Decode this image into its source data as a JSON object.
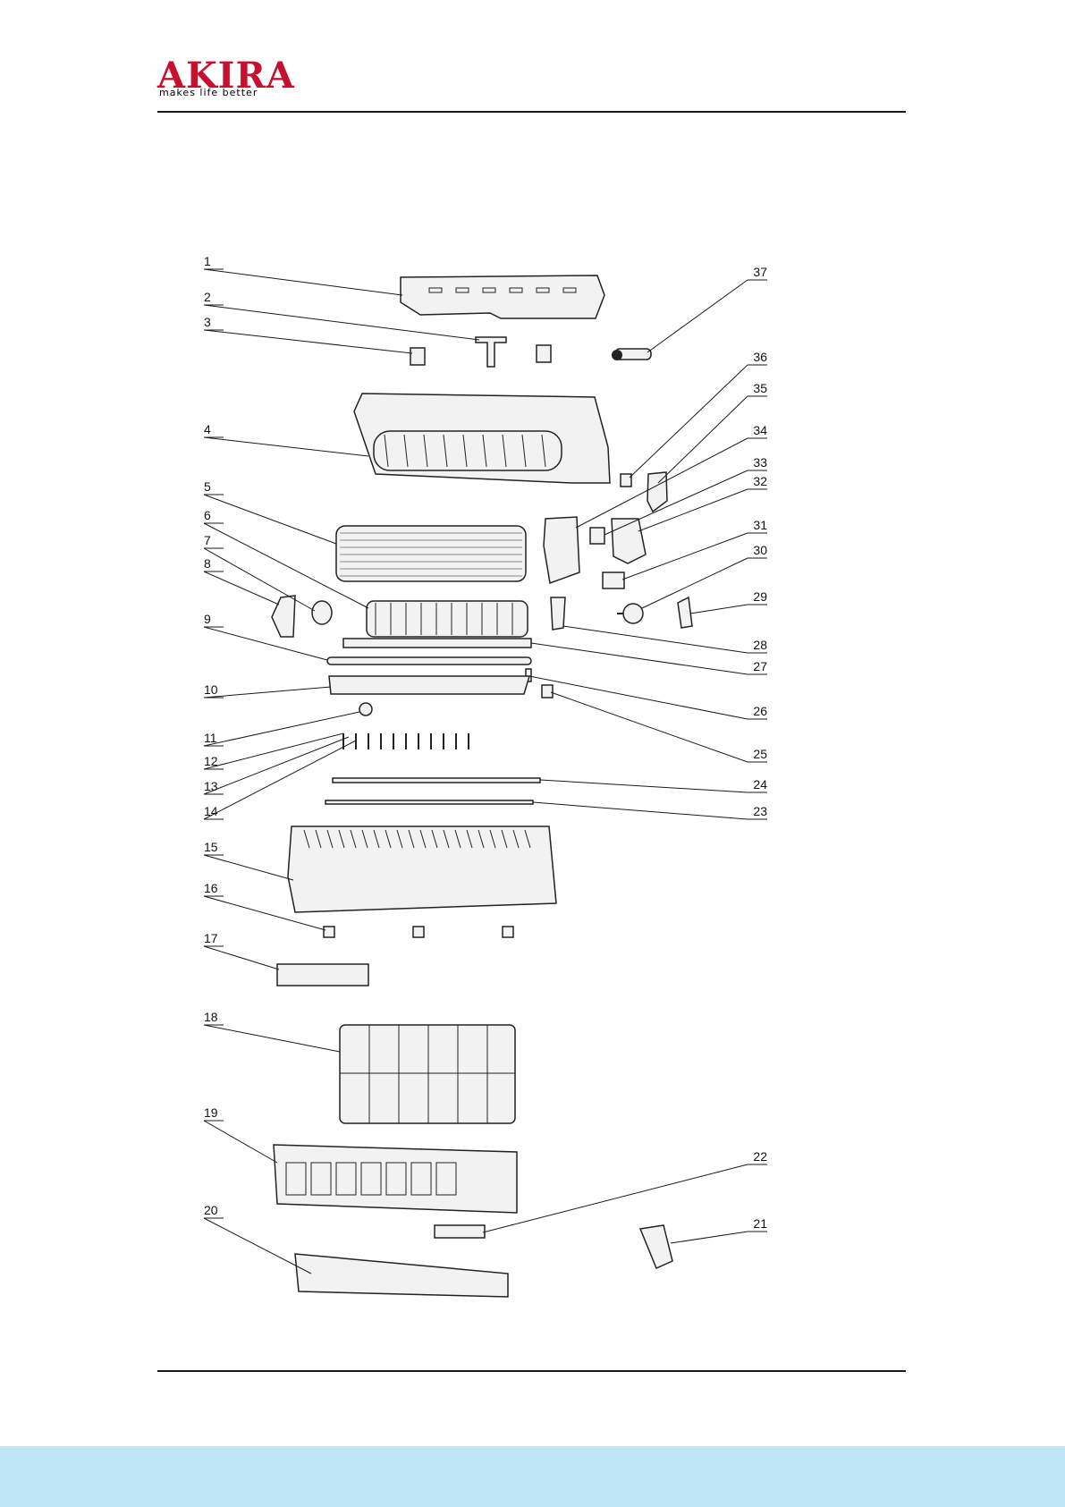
{
  "brand": {
    "name": "AKIRA",
    "tagline": "makes life better",
    "color": "#c8102e"
  },
  "colors": {
    "line": "#1a1a1a",
    "part_fill": "#f2f2f2",
    "part_stroke": "#222222",
    "footer_band": "#bfe6f5"
  },
  "diagram": {
    "parts": [
      {
        "number": "1"
      },
      {
        "number": "2"
      },
      {
        "number": "3"
      },
      {
        "number": "4"
      },
      {
        "number": "5"
      },
      {
        "number": "6"
      },
      {
        "number": "7"
      },
      {
        "number": "8"
      },
      {
        "number": "9"
      },
      {
        "number": "10"
      },
      {
        "number": "11"
      },
      {
        "number": "12"
      },
      {
        "number": "13"
      },
      {
        "number": "14"
      },
      {
        "number": "15"
      },
      {
        "number": "16"
      },
      {
        "number": "17"
      },
      {
        "number": "18"
      },
      {
        "number": "19"
      },
      {
        "number": "20"
      },
      {
        "number": "21"
      },
      {
        "number": "22"
      },
      {
        "number": "23"
      },
      {
        "number": "24"
      },
      {
        "number": "25"
      },
      {
        "number": "26"
      },
      {
        "number": "27"
      },
      {
        "number": "28"
      },
      {
        "number": "29"
      },
      {
        "number": "30"
      },
      {
        "number": "31"
      },
      {
        "number": "32"
      },
      {
        "number": "33"
      },
      {
        "number": "34"
      },
      {
        "number": "35"
      },
      {
        "number": "36"
      },
      {
        "number": "37"
      }
    ]
  }
}
